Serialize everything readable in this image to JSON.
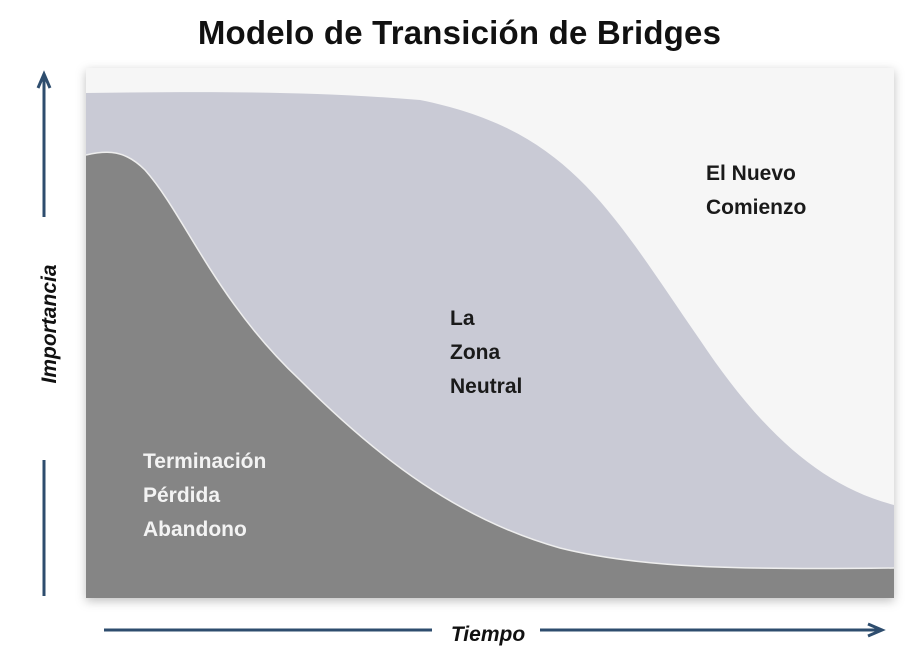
{
  "title": "Modelo de Transición de Bridges",
  "stages": [
    {
      "lines": [
        "Terminación",
        "Pérdida",
        "Abandono"
      ]
    },
    {
      "lines": [
        "La",
        "Zona",
        "Neutral"
      ]
    },
    {
      "lines": [
        "El Nuevo",
        "Comienzo"
      ]
    }
  ],
  "axes": {
    "y_label": "Importancia",
    "x_label": "Tiempo"
  },
  "colors": {
    "frame_background": "#f6f6f6",
    "light_region": "#c9cad5",
    "dark_region": "#858585",
    "axis_arrow": "#2e4d6e",
    "stage_1_text": "#f3f3f3",
    "stage_text": "#1a1a1a"
  }
}
